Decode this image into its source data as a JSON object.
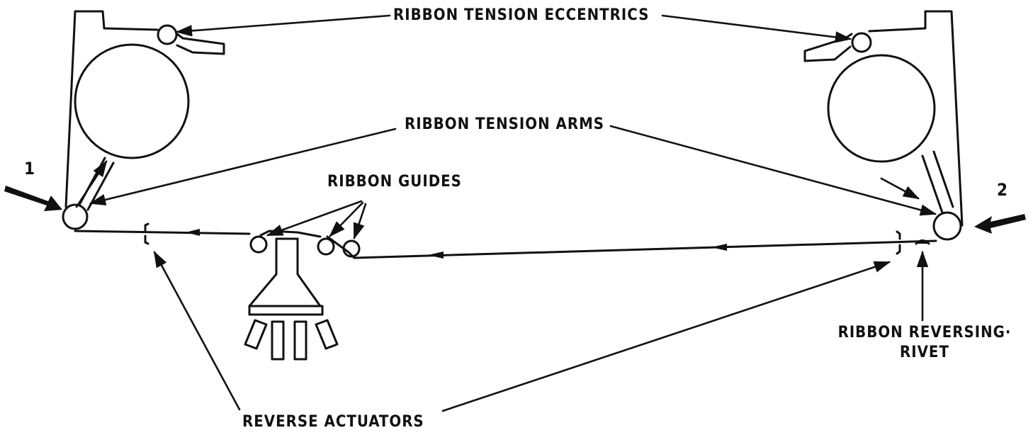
{
  "labels": {
    "tension_eccentrics": "RIBBON TENSION ECCENTRICS",
    "tension_arms": "RIBBON TENSION ARMS",
    "guides": "RIBBON GUIDES",
    "reversing_rivet_line1": "RIBBON REVERSING·",
    "reversing_rivet_line2": "RIVET",
    "reverse_actuators": "REVERSE ACTUATORS",
    "marker_1": "1",
    "marker_2": "2"
  },
  "colors": {
    "ink": "#111111",
    "background": "#ffffff"
  }
}
